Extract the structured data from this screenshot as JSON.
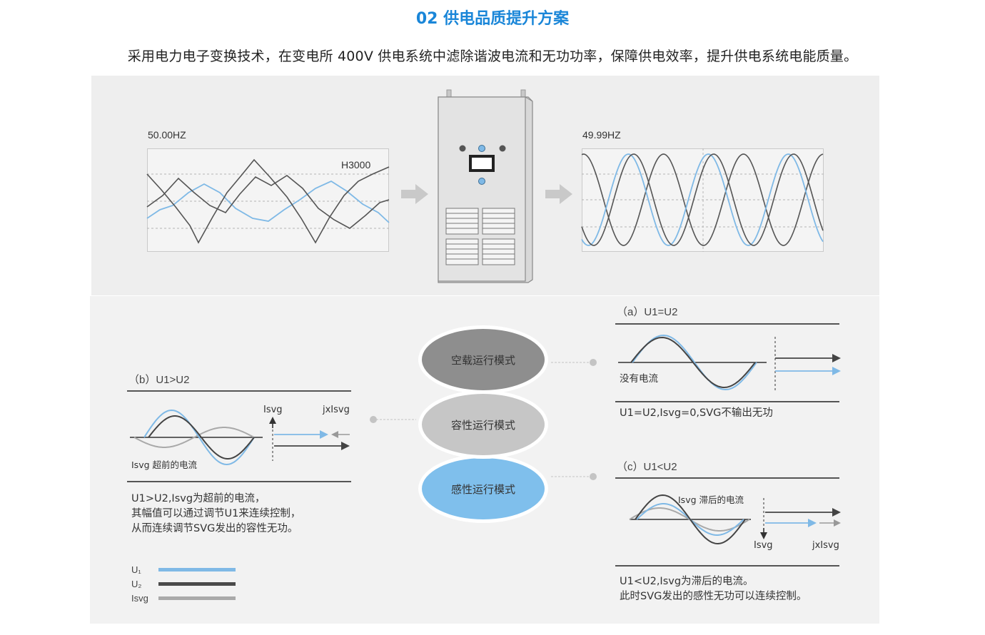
{
  "header": {
    "title": "02 供电品质提升方案",
    "subtitle": "采用电力电子变换技术，在变电所 400V 供电系统中滤除谐波电流和无功功率，保障供电效率，提升供电系统电能质量。"
  },
  "top": {
    "left_freq": "50.00HZ",
    "device_label": "H3000",
    "right_freq": "49.99HZ"
  },
  "modes": {
    "idle": "空载运行模式",
    "capacitive": "容性运行模式",
    "inductive": "感性运行模式"
  },
  "panel_a": {
    "title": "（a）U1=U2",
    "wave_label": "没有电流",
    "desc": "U1=U2,Isvg=0,SVG不输出无功"
  },
  "panel_b": {
    "title": "（b）U1>U2",
    "isvg_label": "Isvg",
    "jxisvg_label": "jxIsvg",
    "wave_label": "Isvg 超前的电流",
    "desc": [
      "U1>U2,Isvg为超前的电流，",
      "其幅值可以通过调节U1来连续控制，",
      "从而连续调节SVG发出的容性无功。"
    ]
  },
  "panel_c": {
    "title": "（c）U1<U2",
    "wave_label": "Isvg 滞后的电流",
    "isvg_label": "Isvg",
    "jxisvg_label": "jxIsvg",
    "desc": [
      "U1<U2,Isvg为滞后的电流。",
      "此时SVG发出的感性无功可以连续控制。"
    ]
  },
  "legend": [
    {
      "label": "U₁",
      "color": "#7fb9e6"
    },
    {
      "label": "U₂",
      "color": "#4a4a4a"
    },
    {
      "label": "Isvg",
      "color": "#a9a9a9"
    }
  ],
  "colors": {
    "accent": "#1a86d8",
    "u1_blue": "#7fb9e6",
    "u2_dark": "#4a4a4a",
    "isvg_gray": "#a9a9a9",
    "mode_idle": "#8e8e8e",
    "mode_capacitive": "#c6c6c6",
    "mode_inductive": "#7fbfec"
  }
}
